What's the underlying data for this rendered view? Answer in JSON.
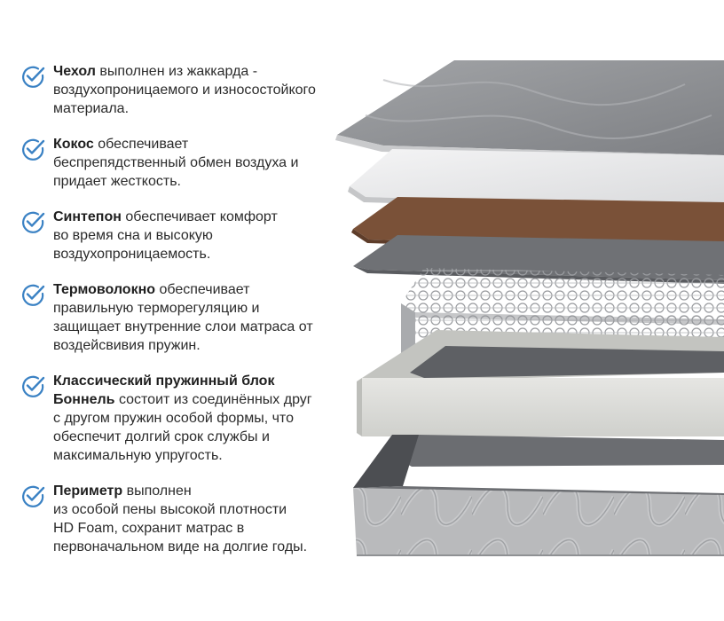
{
  "features": [
    {
      "title": "Чехол",
      "rest": " выполнен из жаккарда -",
      "lines": [
        "воздухопроницаемого и износостойкого",
        "материала."
      ]
    },
    {
      "title": "Кокос",
      "rest": " обеспечивает",
      "lines": [
        "беспрепядственный обмен воздуха и",
        "придает жесткость."
      ]
    },
    {
      "title": "Синтепон",
      "rest": " обеспечивает комфорт",
      "lines": [
        "во время сна и высокую",
        "воздухопроницаемость."
      ]
    },
    {
      "title": "Термоволокно",
      "rest": " обеспечивает",
      "lines": [
        "правильную терморегуляцию и",
        "защищает внутренние слои матраса от",
        "воздейсвивия пружин."
      ]
    },
    {
      "title": "Классический пружинный блок",
      "title2": "Боннель",
      "rest": " состоит из соединённых друг",
      "lines": [
        "с другом пружин особой формы, что",
        "обеспечит долгий срок службы и",
        "максимальную упругость."
      ]
    },
    {
      "title": "Периметр",
      "rest": " выполнен",
      "lines": [
        "из особой пены высокой плотности",
        "HD Foam, сохранит матрас в",
        "первоначальном виде на долгие годы."
      ]
    }
  ],
  "colors": {
    "check": "#3b82c4",
    "text": "#2b2b2b",
    "cover": "#8d8f93",
    "foam": "#e4e5e7",
    "coconut": "#7a5138",
    "felt": "#6f7175",
    "perimeter": "#d8d9d6"
  },
  "icons": {
    "check": "check-circle-icon"
  }
}
